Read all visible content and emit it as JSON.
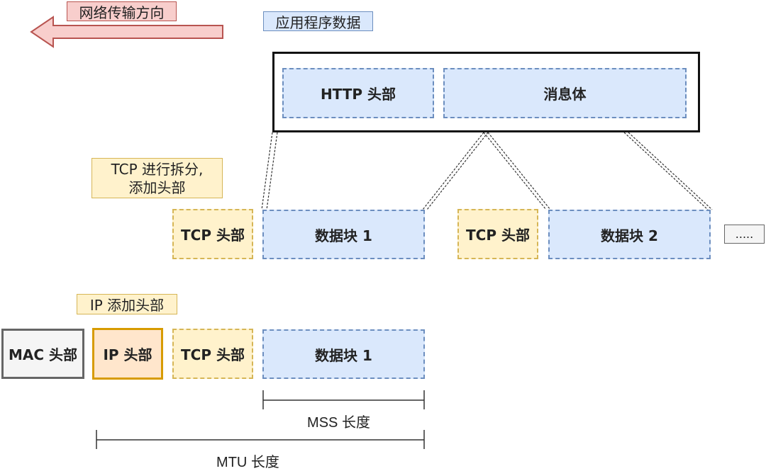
{
  "direction_label": "网络传输方向",
  "app_data": {
    "label": "应用程序数据",
    "http_header": "HTTP 头部",
    "body": "消息体"
  },
  "tcp_note": {
    "line1": "TCP 进行拆分,",
    "line2": "添加头部"
  },
  "tcp_row": {
    "tcp_header_1": "TCP 头部",
    "chunk_1": "数据块 1",
    "tcp_header_2": "TCP 头部",
    "chunk_2": "数据块 2",
    "ellipsis": "....."
  },
  "ip_note": "IP 添加头部",
  "frame_row": {
    "mac_header": "MAC 头部",
    "ip_header": "IP 头部",
    "tcp_header": "TCP 头部",
    "chunk": "数据块 1"
  },
  "mss_label": "MSS 长度",
  "mtu_label": "MTU 长度",
  "colors": {
    "blue_fill": "#dae8fc",
    "blue_stroke": "#6c8ebf",
    "yellow_fill": "#fff2cc",
    "yellow_stroke": "#d6b656",
    "orange_fill": "#ffe6cc",
    "orange_stroke": "#d79b00",
    "red_fill": "#f8cecc",
    "red_stroke": "#b85450",
    "grey_fill": "#f5f5f5",
    "grey_stroke": "#666666"
  }
}
